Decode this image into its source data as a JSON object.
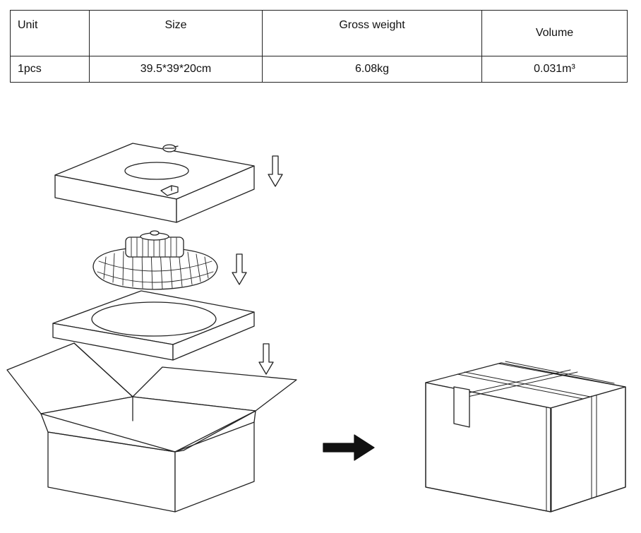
{
  "table": {
    "headers": [
      "Unit",
      "Size",
      "Gross weight",
      "Volume"
    ],
    "rows": [
      [
        "1pcs",
        "39.5*39*20cm",
        "6.08kg",
        "0.031m³"
      ]
    ]
  },
  "illustration": {
    "items": [
      "foam-top-insert",
      "ufo-high-bay-light",
      "foam-bottom-insert",
      "open-carton",
      "sealed-carton"
    ],
    "arrow_icon": "arrow-down-icon",
    "result_arrow_icon": "arrow-right-icon"
  }
}
